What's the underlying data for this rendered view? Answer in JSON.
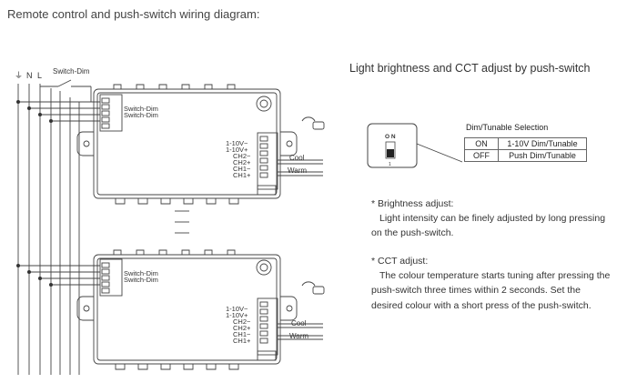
{
  "title": "Remote control and push-switch wiring diagram:",
  "wiring": {
    "earth": "⏚",
    "neutral": "N",
    "live": "L",
    "switch_label": "Switch-Dim",
    "terminal_top": "Switch-Dim",
    "terminal_bottom": "Switch-Dim",
    "dim_minus": "1-10V−",
    "dim_plus": "1-10V+",
    "ch2_minus": "CH2−",
    "ch2_plus": "CH2+",
    "ch1_minus": "CH1−",
    "ch1_plus": "CH1+",
    "cool": "Cool",
    "warm": "Warm"
  },
  "right": {
    "title": "Light brightness and CCT adjust by push-switch",
    "dip_on": "O N",
    "dip_num": "1",
    "selection": {
      "heading": "Dim/Tunable Selection",
      "rows": [
        {
          "state": "ON",
          "mode": "1-10V Dim/Tunable"
        },
        {
          "state": "OFF",
          "mode": "Push Dim/Tunable"
        }
      ]
    },
    "brightness": {
      "heading": "* Brightness adjust:",
      "line1": "Light intensity can be finely adjusted by long pressing",
      "line2": "on the push-switch."
    },
    "cct": {
      "heading": "* CCT adjust:",
      "line1": "The colour temperature starts tuning after pressing the",
      "line2": "push-switch three times within 2 seconds. Set the",
      "line3": "desired colour with a short press of the push-switch."
    }
  }
}
